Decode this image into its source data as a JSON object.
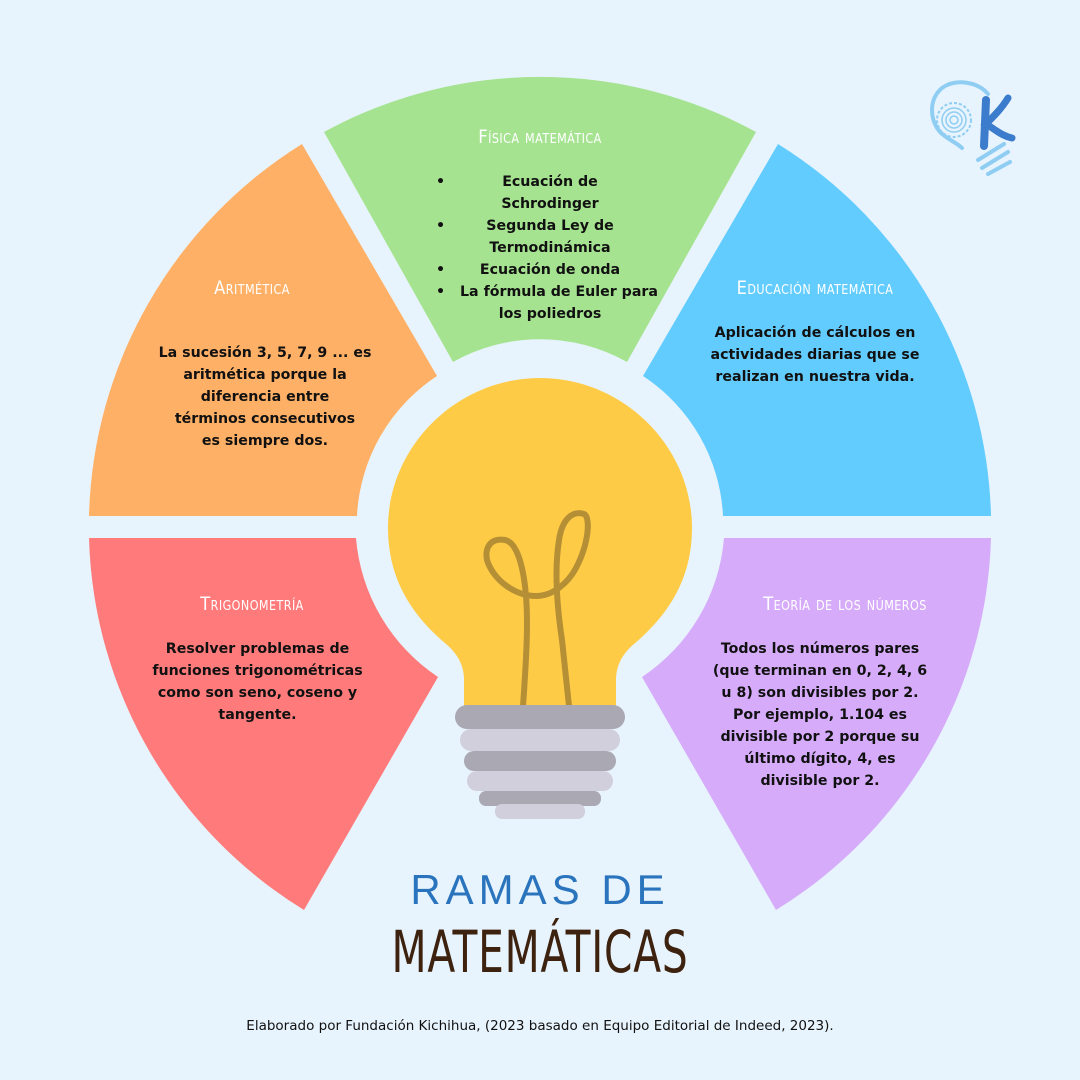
{
  "colors": {
    "background": "#e8f4fd",
    "aritmetica": "#ffb067",
    "fisica": "#a6e391",
    "educacion": "#63ccfe",
    "trigonometria": "#ff7b7b",
    "teoria": "#d6acfa",
    "bulb": "#fecb47",
    "filament": "#b58f35",
    "socket_dark": "#a9a8b3",
    "socket_light": "#d0cfdb",
    "title_blue": "#2a74bd",
    "title_brown": "#3d220f"
  },
  "logo": {
    "icon": "kichihua-lightbulb-k-logo",
    "letter": "K"
  },
  "segments": {
    "fisica": {
      "title": "Física matemática",
      "items": [
        "Ecuación de Schrodinger",
        "Segunda Ley de Termodinámica",
        "Ecuación de onda",
        "La fórmula de Euler para los poliedros"
      ],
      "lines": [
        "Ecuación de",
        "Schrodinger",
        "Segunda Ley de",
        "Termodinámica",
        "Ecuación de onda",
        "La fórmula de Euler para",
        "los poliedros"
      ]
    },
    "aritmetica": {
      "title": "Aritmética",
      "lines": [
        "La sucesión 3, 5, 7, 9 ... es",
        "aritmética porque la",
        "diferencia entre",
        "términos consecutivos",
        "es siempre dos."
      ]
    },
    "educacion": {
      "title": "Educación matemática",
      "lines": [
        "Aplicación de cálculos en",
        "actividades diarias que se",
        "realizan en nuestra vida."
      ]
    },
    "trigonometria": {
      "title": "Trigonometría",
      "lines": [
        "Resolver problemas de",
        "funciones trigonométricas",
        "como son seno, coseno y",
        "tangente."
      ]
    },
    "teoria": {
      "title": "Teoría de los números",
      "lines": [
        "Todos los números pares",
        "(que terminan en 0, 2, 4, 6",
        "u 8) son divisibles por 2.",
        "Por ejemplo, 1.104 es",
        "divisible por 2 porque su",
        "último dígito, 4, es",
        "divisible por 2."
      ]
    }
  },
  "center_icon": "lightbulb-icon",
  "title": {
    "line1": "RAMAS DE",
    "line2": "MATEMÁTICAS"
  },
  "footer": "Elaborado por Fundación Kichihua, (2023 basado en Equipo Editorial de Indeed, 2023)."
}
